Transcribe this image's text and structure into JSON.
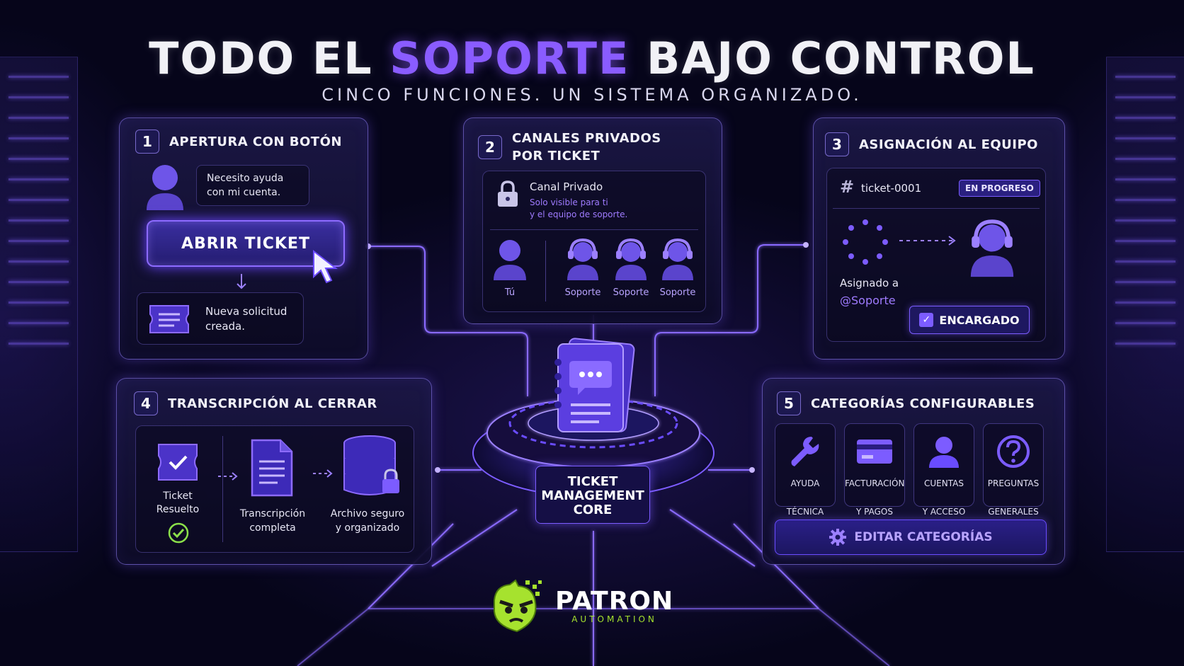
{
  "header": {
    "title_part1": "TODO EL ",
    "title_highlight": "SOPORTE",
    "title_part2": " BAJO CONTROL",
    "subtitle": "CINCO FUNCIONES. UN SISTEMA ORGANIZADO."
  },
  "panel1": {
    "number": "1",
    "title": "APERTURA CON BOTÓN",
    "message_line1": "Necesito ayuda",
    "message_line2": "con mi cuenta.",
    "button_label": "ABRIR TICKET",
    "result_line1": "Nueva solicitud",
    "result_line2": "creada."
  },
  "panel2": {
    "number": "2",
    "title_line1": "CANALES PRIVADOS",
    "title_line2": "POR TICKET",
    "channel_title": "Canal Privado",
    "channel_desc_line1": "Solo visible para ti",
    "channel_desc_line2": "y el equipo de soporte.",
    "members": [
      "Tú",
      "Soporte",
      "Soporte",
      "Soporte"
    ]
  },
  "panel3": {
    "number": "3",
    "title": "ASIGNACIÓN AL EQUIPO",
    "ticket_name": "ticket-0001",
    "status_badge": "EN PROGRESO",
    "assigned_label": "Asignado a",
    "assigned_to": "@Soporte",
    "claim_button": "ENCARGADO"
  },
  "panel4": {
    "number": "4",
    "title": "TRANSCRIPCIÓN AL CERRAR",
    "step1_line1": "Ticket",
    "step1_line2": "Resuelto",
    "step2_line1": "Transcripción",
    "step2_line2": "completa",
    "step3_line1": "Archivo seguro",
    "step3_line2": "y organizado"
  },
  "panel5": {
    "number": "5",
    "title": "CATEGORÍAS CONFIGURABLES",
    "categories": [
      {
        "line1": "AYUDA",
        "line2": "TÉCNICA",
        "icon": "wrench-icon"
      },
      {
        "line1": "FACTURACIÓN",
        "line2": "Y PAGOS",
        "icon": "credit-card-icon"
      },
      {
        "line1": "CUENTAS",
        "line2": "Y ACCESO",
        "icon": "user-icon"
      },
      {
        "line1": "PREGUNTAS",
        "line2": "GENERALES",
        "icon": "question-icon"
      }
    ],
    "edit_button": "EDITAR CATEGORÍAS"
  },
  "core": {
    "line1": "TICKET",
    "line2": "MANAGEMENT",
    "line3": "CORE"
  },
  "logo": {
    "name": "PATRON",
    "sub": "AUTOMATION"
  },
  "colors": {
    "accent": "#8a5cff",
    "background": "#07061a",
    "success": "#8be04a",
    "logo_green": "#a6e22e"
  }
}
